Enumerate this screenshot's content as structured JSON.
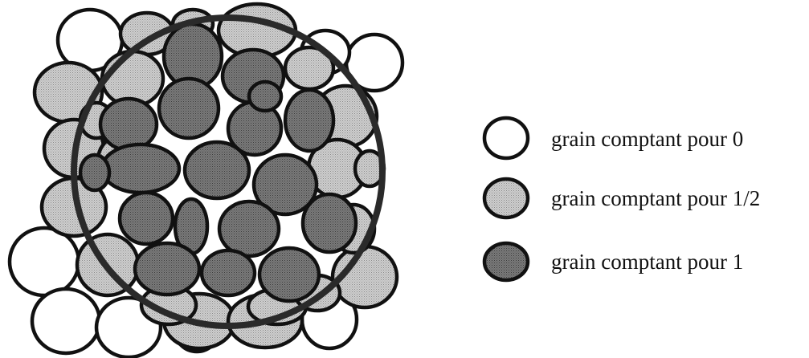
{
  "colors": {
    "zero": "#ffffff",
    "half": "#c2c2c2",
    "one": "#6e6e6e",
    "stroke": "#111111",
    "circle": "#2a2a2a"
  },
  "legend": [
    {
      "type": "zero",
      "label": "grain comptant pour 0"
    },
    {
      "type": "half",
      "label": "grain comptant pour 1/2"
    },
    {
      "type": "one",
      "label": "grain comptant pour 1"
    }
  ],
  "grain_counts": {
    "zero": 8,
    "half": 21,
    "one": 18
  }
}
